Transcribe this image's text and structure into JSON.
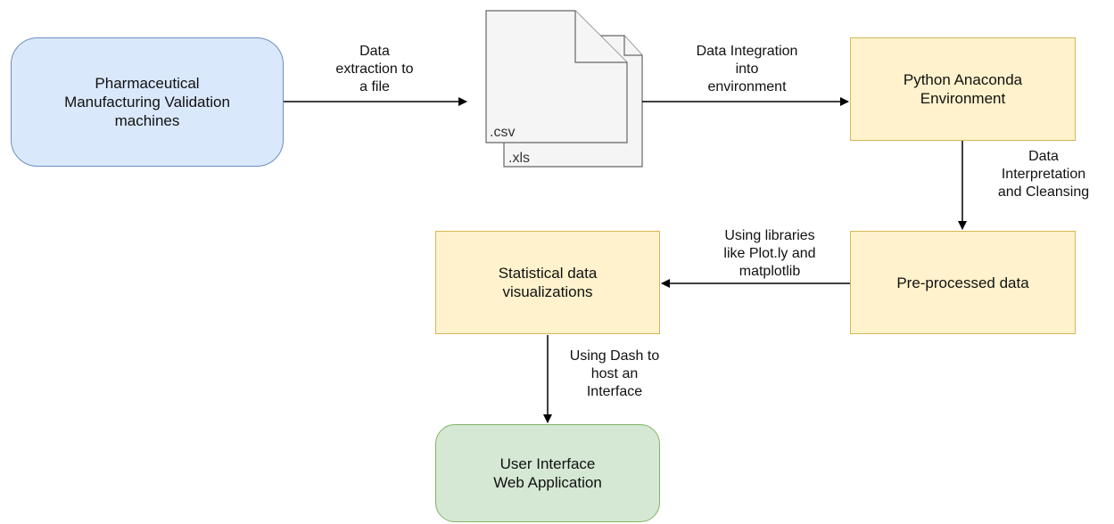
{
  "nodes": {
    "source": "Pharmaceutical\nManufacturing Validation\nmachines",
    "anaconda": "Python Anaconda\nEnvironment",
    "preprocessed": "Pre-processed data",
    "visualizations": "Statistical data\nvisualizations",
    "webapp": "User Interface\nWeb Application"
  },
  "files": {
    "front": ".csv",
    "back": ".xls"
  },
  "edges": {
    "extraction": "Data\nextraction to\na file",
    "integration": "Data Integration\ninto\nenvironment",
    "interpretation": "Data\nInterpretation\nand Cleansing",
    "libraries": "Using libraries\nlike Plot.ly and\nmatplotlib",
    "dash": "Using Dash to\nhost an\nInterface"
  },
  "colors": {
    "blue_fill": "#dae8fc",
    "yellow_fill": "#fff2cc",
    "green_fill": "#d5e8d4",
    "file_fill": "#f5f5f5",
    "edge": "#000000"
  }
}
